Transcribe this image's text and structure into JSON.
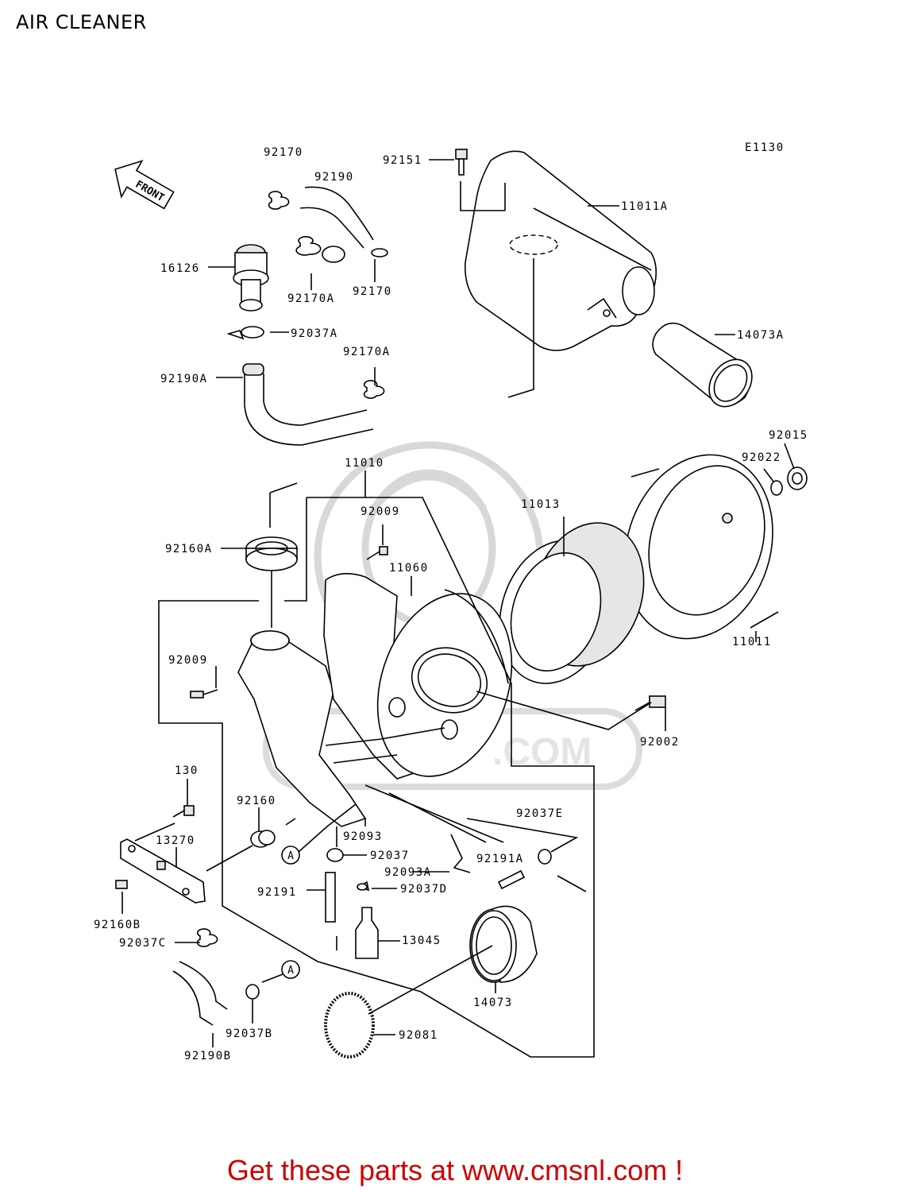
{
  "title": "AIR CLEANER",
  "diagram_code": "E1130",
  "front_label": "FRONT",
  "callout_letter": "A",
  "watermark_text": ".COM",
  "footer": "Get these parts at www.cmsnl.com !",
  "parts": {
    "p92170_top": "92170",
    "p92190": "92190",
    "p92151": "92151",
    "p11011A": "11011A",
    "p16126": "16126",
    "p92170A_a": "92170A",
    "p92170_b": "92170",
    "p92037A": "92037A",
    "p92170A_b": "92170A",
    "p14073A": "14073A",
    "p92190A": "92190A",
    "p92015": "92015",
    "p92022": "92022",
    "p11010": "11010",
    "p11013": "11013",
    "p92009_a": "92009",
    "p92160A": "92160A",
    "p11060": "11060",
    "p92009_b": "92009",
    "p11011": "11011",
    "p92002": "92002",
    "p130": "130",
    "p92160": "92160",
    "p92037E": "92037E",
    "p13270": "13270",
    "p92093": "92093",
    "p92037": "92037",
    "p92191A": "92191A",
    "p92093A": "92093A",
    "p92037D": "92037D",
    "p92191": "92191",
    "p92160B": "92160B",
    "p13045": "13045",
    "p92037C": "92037C",
    "p14073": "14073",
    "p92037B": "92037B",
    "p92081": "92081",
    "p92190B": "92190B"
  }
}
